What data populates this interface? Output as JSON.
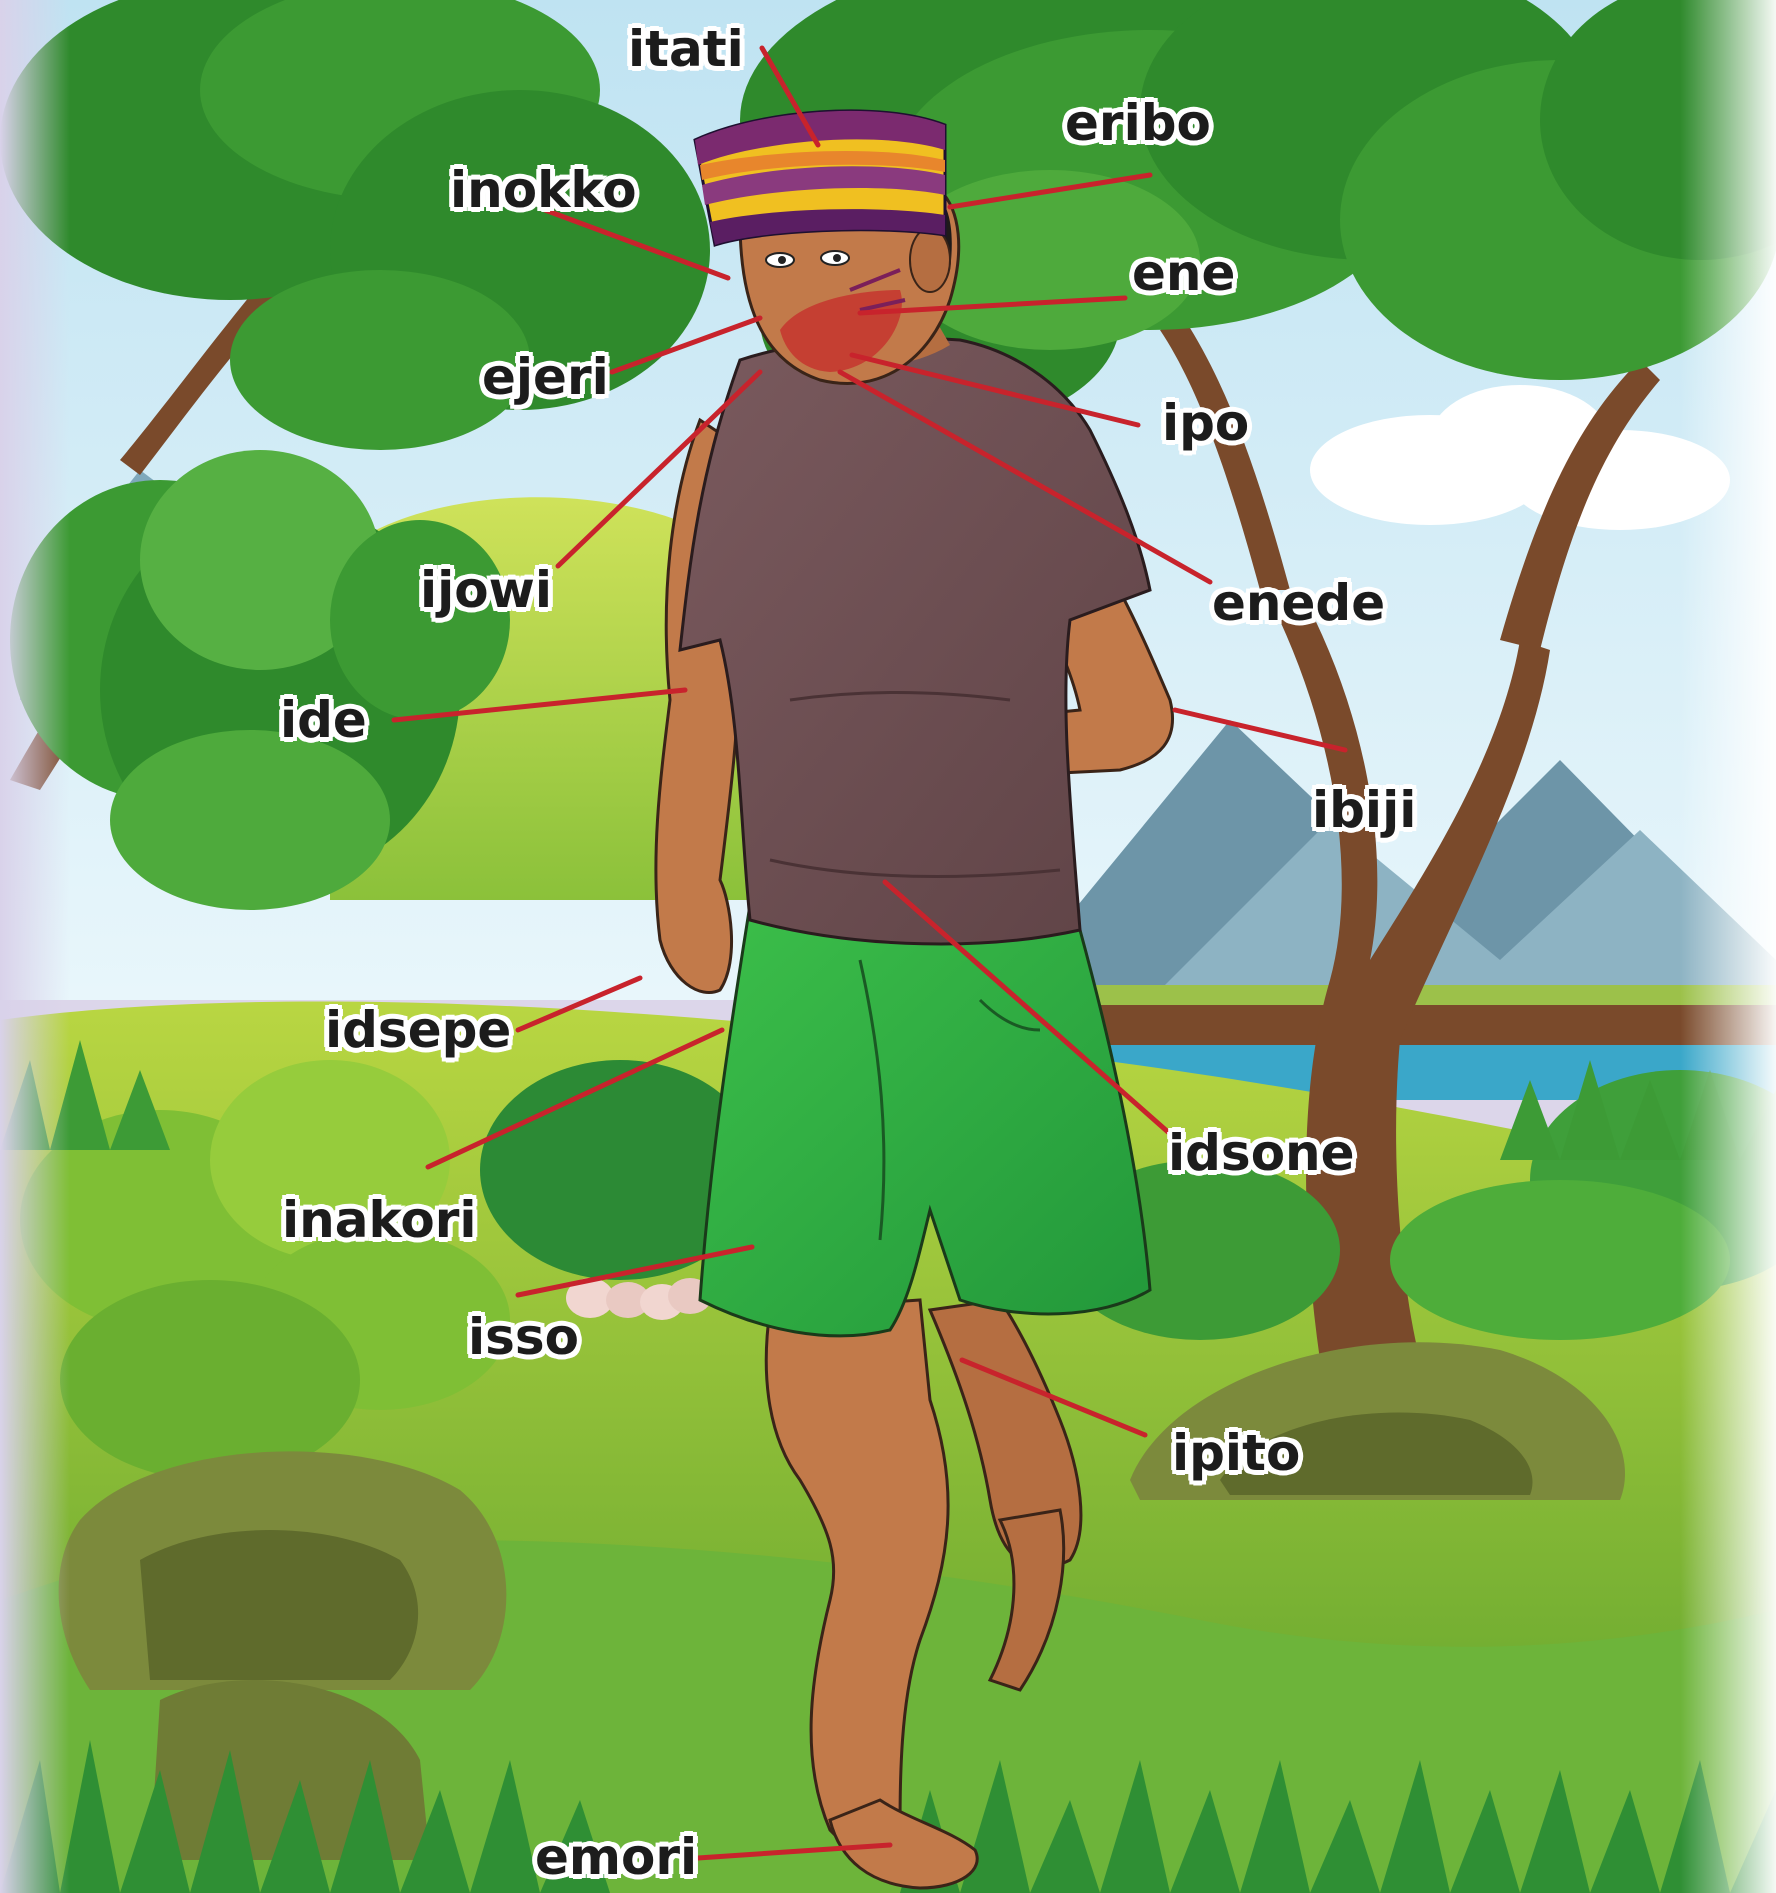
{
  "diagram": {
    "line_color": "#c8232c",
    "labels": {
      "itati": "itati",
      "eribo": "eribo",
      "inokko": "inokko",
      "ene": "ene",
      "ejeri": "ejeri",
      "ipo": "ipo",
      "ijowi": "ijowi",
      "enede": "enede",
      "ide": "ide",
      "ibiji": "ibiji",
      "idsepe": "idsepe",
      "idsone": "idsone",
      "inakori": "inakori",
      "isso": "isso",
      "ipito": "ipito",
      "emori": "emori"
    }
  }
}
